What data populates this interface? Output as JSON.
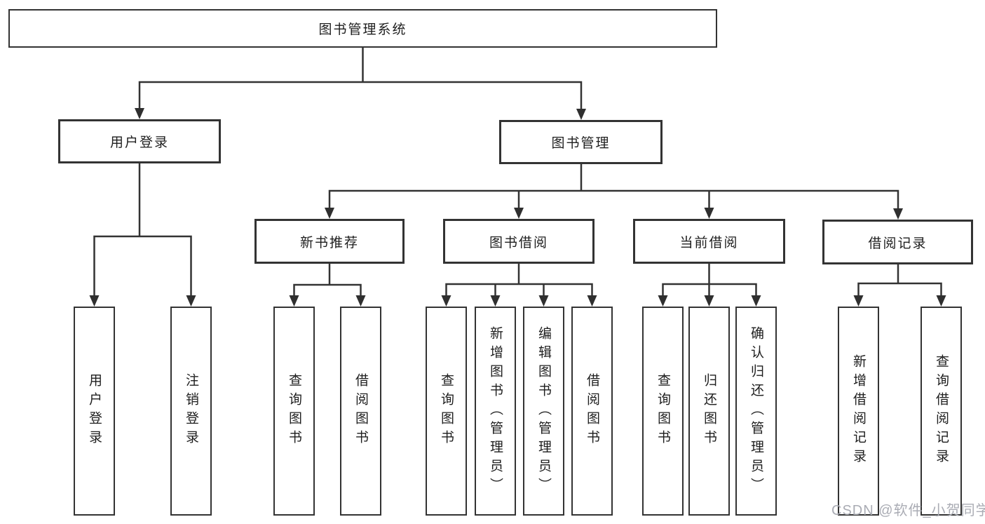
{
  "tree": {
    "root": {
      "label": "图书管理系统"
    },
    "branches": [
      {
        "label": "用户登录",
        "children": [
          {
            "label": "用户登录"
          },
          {
            "label": "注销登录"
          }
        ]
      },
      {
        "label": "图书管理",
        "children": [
          {
            "label": "新书推荐",
            "children": [
              {
                "label": "查询图书"
              },
              {
                "label": "借阅图书"
              }
            ]
          },
          {
            "label": "图书借阅",
            "children": [
              {
                "label": "查询图书"
              },
              {
                "label": "新增图书（管理员）"
              },
              {
                "label": "编辑图书（管理员）"
              },
              {
                "label": "借阅图书"
              }
            ]
          },
          {
            "label": "当前借阅",
            "children": [
              {
                "label": "查询图书"
              },
              {
                "label": "归还图书"
              },
              {
                "label": "确认归还（管理员）"
              }
            ]
          },
          {
            "label": "借阅记录",
            "children": [
              {
                "label": "新增借阅记录"
              },
              {
                "label": "查询借阅记录"
              }
            ]
          }
        ]
      }
    ]
  },
  "watermark": {
    "label": "CSDN @软件_小贺同学"
  },
  "style": {
    "line_color": "#333333",
    "arrow_color": "#2f2f2f"
  }
}
